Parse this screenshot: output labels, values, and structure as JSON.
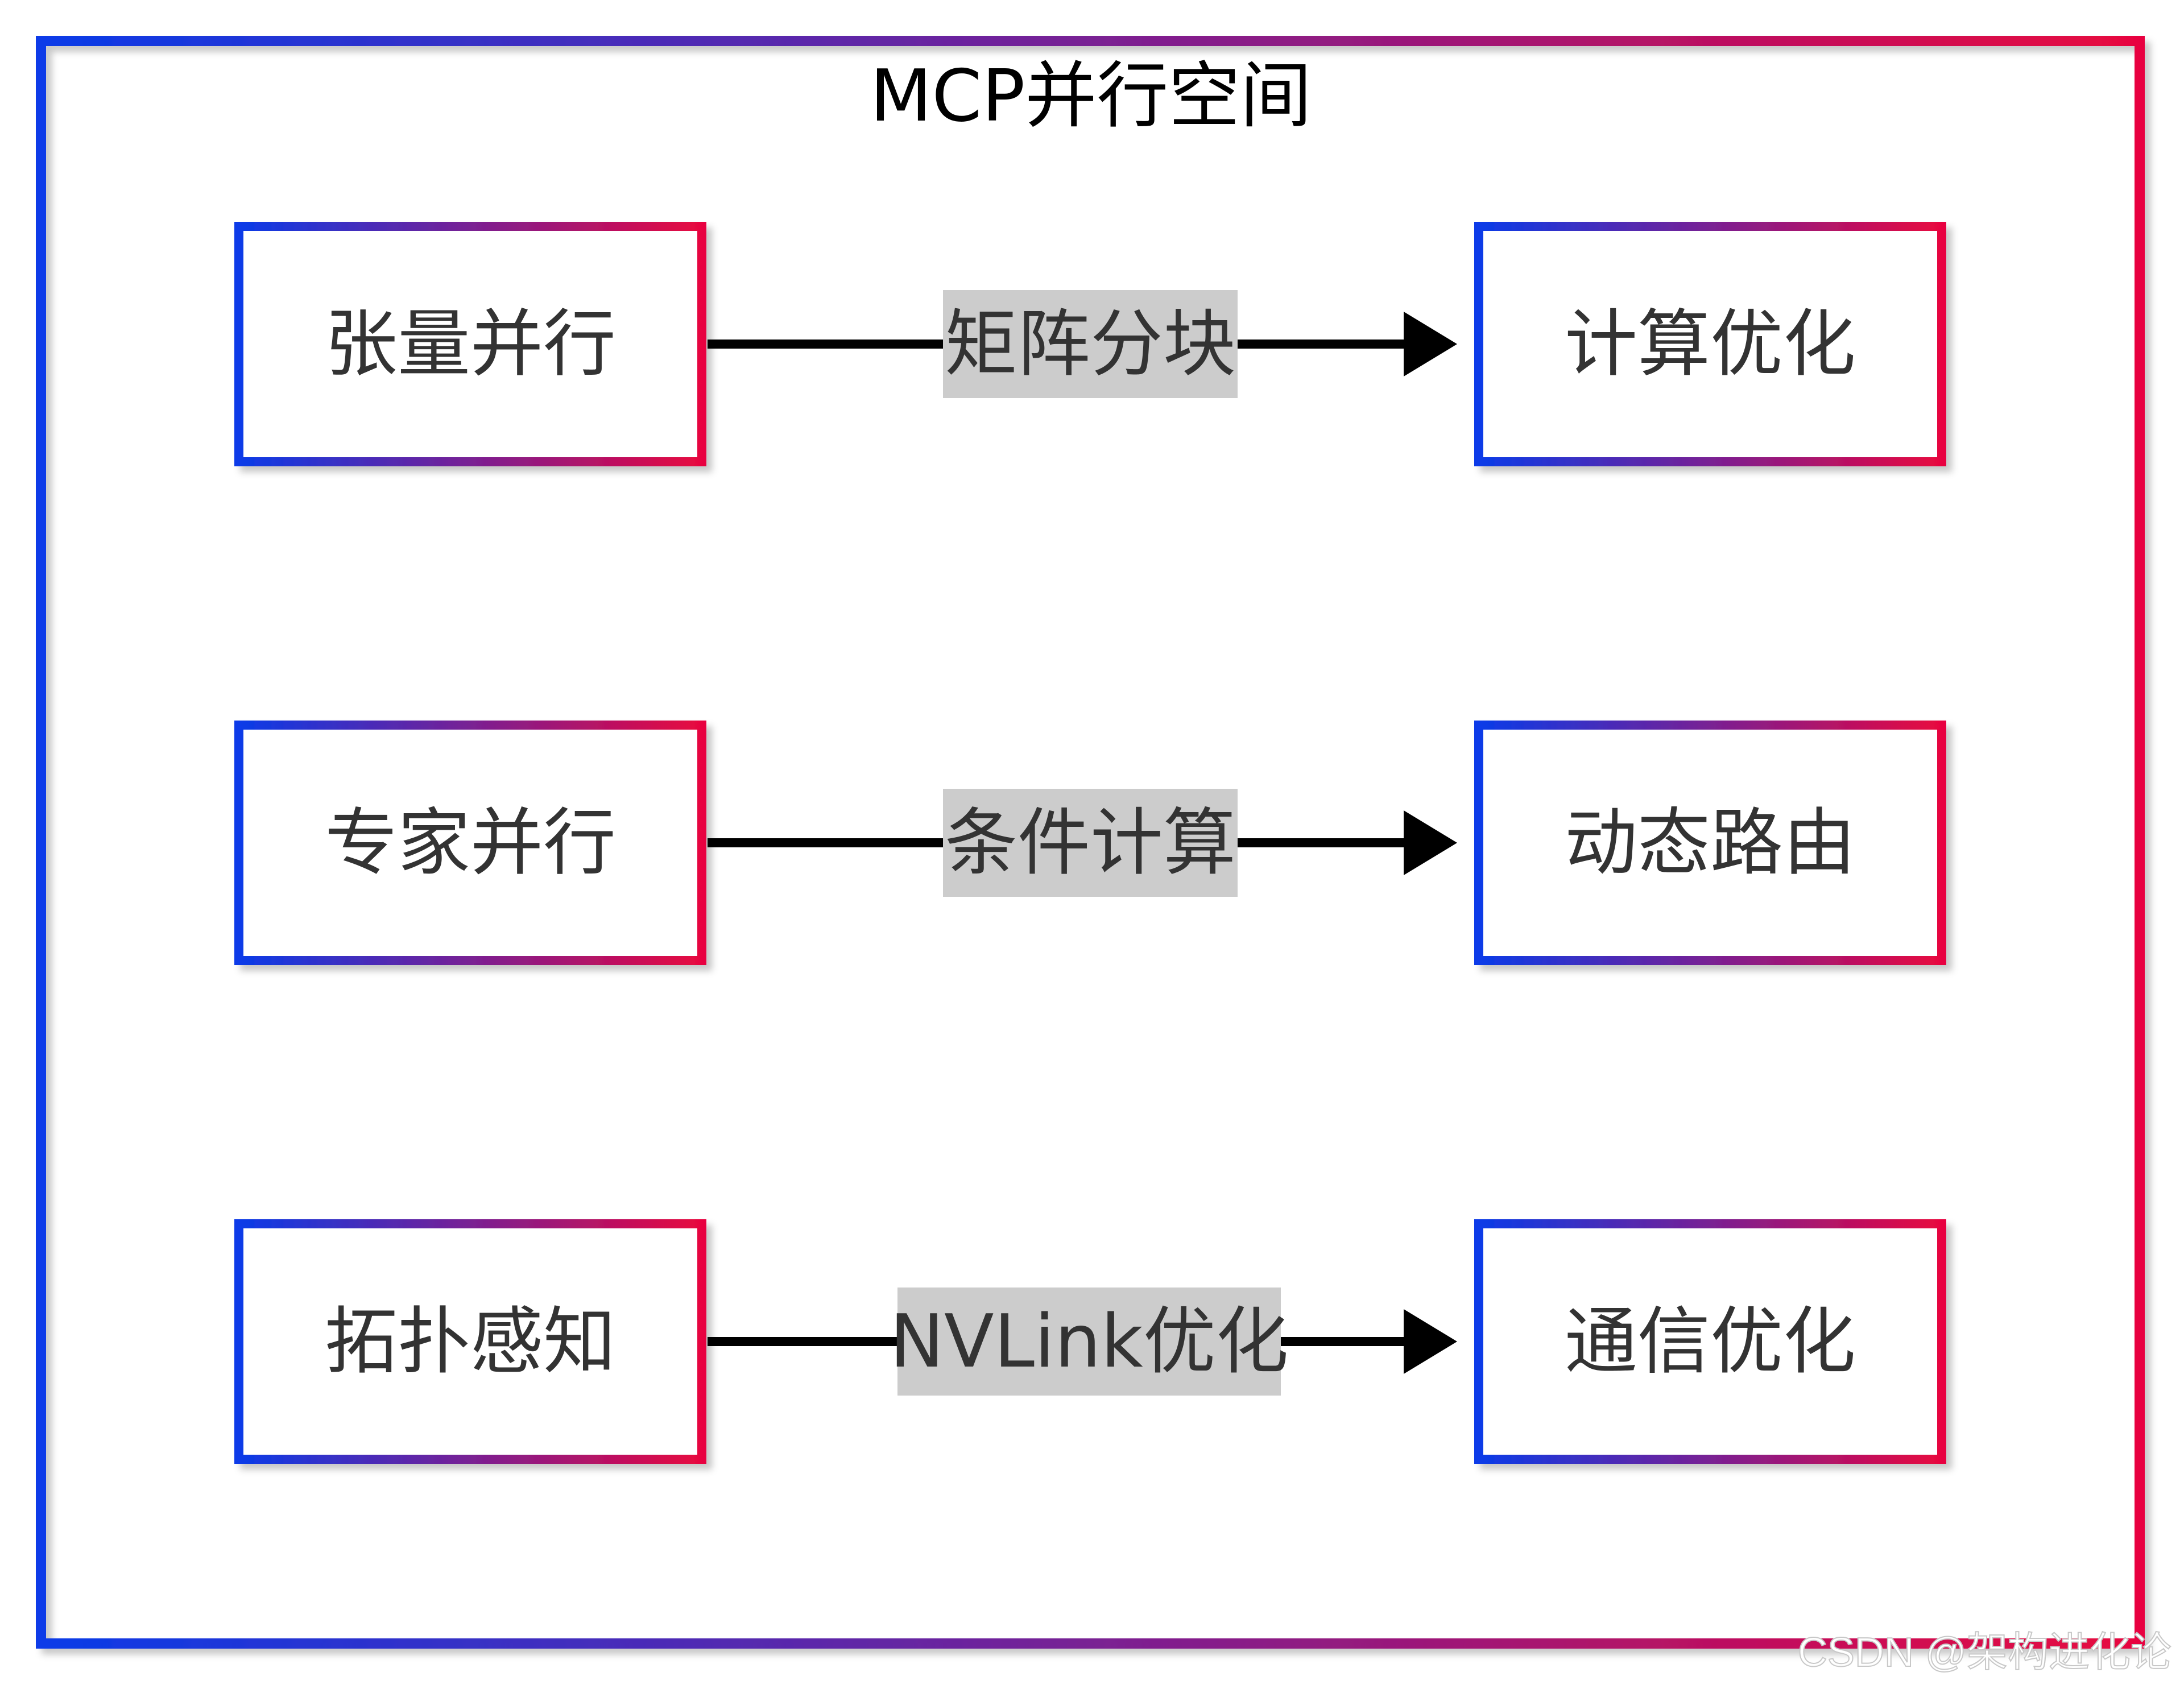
{
  "title": "MCP并行空间",
  "colors": {
    "gradient_start": "#0a3be8",
    "gradient_end": "#e8063f",
    "edge_label_bg": "#cccccc",
    "arrow": "#000000",
    "text": "#333333"
  },
  "rows": [
    {
      "source": "张量并行",
      "edge_label": "矩阵分块",
      "target": "计算优化"
    },
    {
      "source": "专家并行",
      "edge_label": "条件计算",
      "target": "动态路由"
    },
    {
      "source": "拓扑感知",
      "edge_label": "NVLink优化",
      "target": "通信优化"
    }
  ],
  "watermark": "CSDN @架构进化论"
}
